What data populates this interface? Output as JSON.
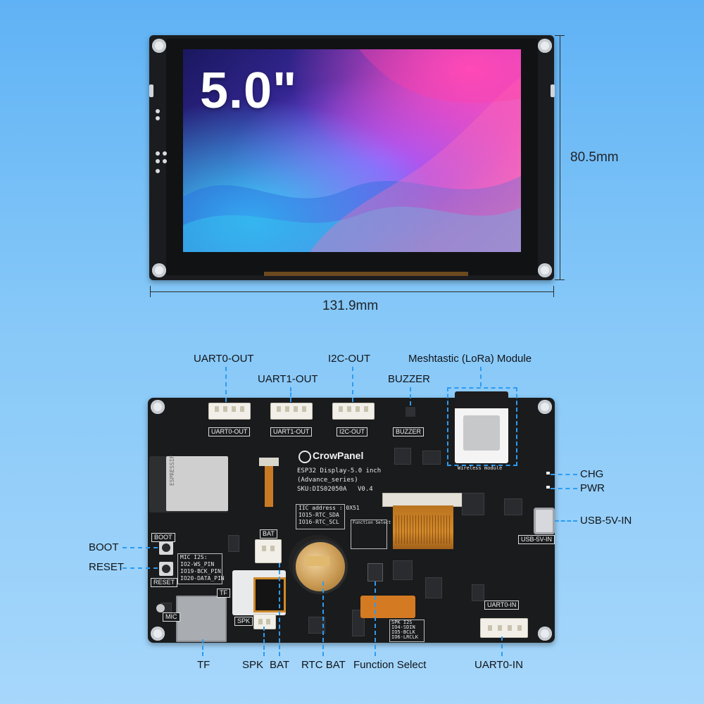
{
  "front": {
    "size_label": "5.0\"",
    "height_dim": "80.5mm",
    "width_dim": "131.9mm"
  },
  "board": {
    "brand": "CrowPanel",
    "title_line1": "ESP32 Display-5.0 inch",
    "title_line2": "(Advance_series)",
    "sku": "SKU:DIS02050A",
    "version": "V0.4",
    "iic_lines": [
      "IIC address : 0X51",
      "IO15-RTC_SDA",
      "IO16-RTC_SCL"
    ],
    "mic_lines": [
      "MIC I2S:",
      "IO2-WS_PIN",
      "IO19-BCK_PIN",
      "IO20-DATA_PIN"
    ],
    "spk_lines": [
      "SPK I2S",
      "IO4-SDIN",
      "IO5-BCLK",
      "IO6-LRCLK"
    ],
    "function_select": "Function Select",
    "module_label": "Wireless module",
    "esp_label": "ESPRESSIF"
  },
  "silk_labels": {
    "uart0_out": "UART0-OUT",
    "uart1_out": "UART1-OUT",
    "i2c_out": "I2C-OUT",
    "buzzer": "BUZZER",
    "bat": "BAT",
    "boot": "BOOT",
    "reset": "RESET",
    "tf": "TF",
    "mic": "MIC",
    "spk": "SPK",
    "usb": "USB-5V-IN",
    "uart0_in": "UART0-IN"
  },
  "callouts": {
    "uart0_out": "UART0-OUT",
    "uart1_out": "UART1-OUT",
    "i2c_out": "I2C-OUT",
    "lora": "Meshtastic (LoRa) Module",
    "buzzer": "BUZZER",
    "chg": "CHG",
    "pwr": "PWR",
    "usb": "USB-5V-IN",
    "boot": "BOOT",
    "reset": "RESET",
    "tf": "TF",
    "spk": "SPK",
    "bat": "BAT",
    "rtc_bat": "RTC BAT",
    "function_select": "Function Select",
    "uart0_in": "UART0-IN"
  },
  "colors": {
    "background_top": "#5fb2f5",
    "background_bottom": "#a7d7fb",
    "callout_line": "#2d9bf0",
    "board": "#1a1b1d"
  }
}
